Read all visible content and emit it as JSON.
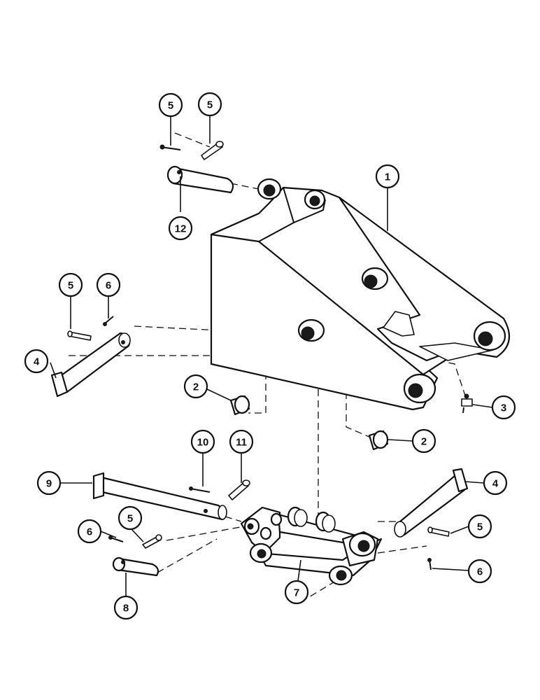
{
  "diagram": {
    "callouts": [
      {
        "id": "c5a",
        "label": "5"
      },
      {
        "id": "c5b",
        "label": "5"
      },
      {
        "id": "c12",
        "label": "12"
      },
      {
        "id": "c1",
        "label": "1"
      },
      {
        "id": "c5c",
        "label": "5"
      },
      {
        "id": "c6a",
        "label": "6"
      },
      {
        "id": "c4a",
        "label": "4"
      },
      {
        "id": "c2a",
        "label": "2"
      },
      {
        "id": "c3",
        "label": "3"
      },
      {
        "id": "c2b",
        "label": "2"
      },
      {
        "id": "c10",
        "label": "10"
      },
      {
        "id": "c11",
        "label": "11"
      },
      {
        "id": "c9",
        "label": "9"
      },
      {
        "id": "c4b",
        "label": "4"
      },
      {
        "id": "c6b",
        "label": "6"
      },
      {
        "id": "c5d",
        "label": "5"
      },
      {
        "id": "c5e",
        "label": "5"
      },
      {
        "id": "c8",
        "label": "8"
      },
      {
        "id": "c7",
        "label": "7"
      },
      {
        "id": "c6c",
        "label": "6"
      }
    ]
  }
}
